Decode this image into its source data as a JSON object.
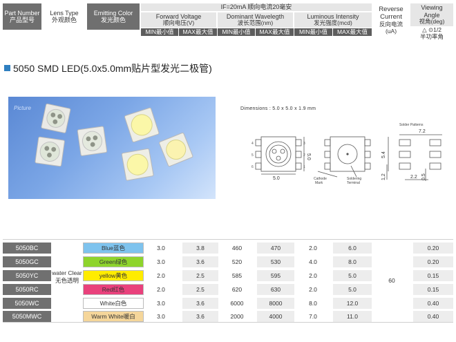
{
  "header": {
    "part_number": "Part Number",
    "part_number_cn": "产品型号",
    "lens_type": "Lens Type",
    "lens_type_cn": "外观颜色",
    "emitting_color": "Emitting Color",
    "emitting_color_cn": "发光颜色",
    "condition": "IF=20mA 顺向电流20毫安",
    "forward_voltage": "Forward Voltage",
    "forward_voltage_cn": "顺向电压(V)",
    "dominant_wavelength": "Dominant Wavelegth",
    "dominant_wavelength_cn": "波长范围(nm)",
    "luminous_intensity": "Luminous Intensity",
    "luminous_intensity_cn": "发光强度(mcd)",
    "reverse_current_1": "Reverse",
    "reverse_current_2": "Current",
    "reverse_current_cn": "反向电流",
    "reverse_current_unit": "(uA)",
    "viewing_angle_1": "Viewing",
    "viewing_angle_2": "Angle",
    "viewing_angle_cn": "视角(deg)",
    "viewing_angle_sym": "△ ⊙1/2",
    "viewing_angle_sym_cn": "半功率角",
    "min_label": "MIN最小值",
    "max_label": "MAX最大值"
  },
  "section": {
    "title": "5050 SMD LED(5.0x5.0mm贴片型发光二极管)"
  },
  "photo": {
    "label": "Picture"
  },
  "drawing": {
    "dimensions": "Dimensions : 5.0 x 5.0 x 1.9 mm",
    "dim_5_0_a": "5.0",
    "dim_5_0_b": "5.0",
    "cathode": "Cathode",
    "mark": "Mark",
    "soldering": "Soldering",
    "terminal": "Terminal",
    "solder_patterns": "Solder   Patterns",
    "dim_7_2": "7.2",
    "dim_5_4": "5.4",
    "dim_1_2": "1,2",
    "dim_2_2": "2.2",
    "dim_0_5": "0.5",
    "pins": [
      "4",
      "5",
      "6",
      "3",
      "2",
      "1"
    ]
  },
  "table": {
    "lens_type": "water Clear",
    "lens_type_cn": "无色透明",
    "reverse_current": "60",
    "rows": [
      {
        "part": "5050BC",
        "color": "Blue蓝色",
        "swatch": "#7ec3ee",
        "vf_min": "3.0",
        "vf_max": "3.8",
        "wl_min": "460",
        "wl_max": "470",
        "iv_min": "2.0",
        "iv_max": "6.0",
        "angle": "0.20"
      },
      {
        "part": "5050GC",
        "color": "Green绿色",
        "swatch": "#8ed42c",
        "vf_min": "3.0",
        "vf_max": "3.6",
        "wl_min": "520",
        "wl_max": "530",
        "iv_min": "4.0",
        "iv_max": "8.0",
        "angle": "0.20"
      },
      {
        "part": "5050YC",
        "color": "yellow黄色",
        "swatch": "#ffec00",
        "vf_min": "2.0",
        "vf_max": "2.5",
        "wl_min": "585",
        "wl_max": "595",
        "iv_min": "2.0",
        "iv_max": "5.0",
        "angle": "0.15"
      },
      {
        "part": "5050RC",
        "color": "Red红色",
        "swatch": "#e9417c",
        "vf_min": "2.0",
        "vf_max": "2.5",
        "wl_min": "620",
        "wl_max": "630",
        "iv_min": "2.0",
        "iv_max": "5.0",
        "angle": "0.15"
      },
      {
        "part": "5050WC",
        "color": "White白色",
        "swatch": "#ffffff",
        "vf_min": "3.0",
        "vf_max": "3.6",
        "wl_min": "6000",
        "wl_max": "8000",
        "iv_min": "8.0",
        "iv_max": "12.0",
        "angle": "0.40"
      },
      {
        "part": "5050MWC",
        "color": "Warm White暖白",
        "swatch": "#f5d69a",
        "vf_min": "3.0",
        "vf_max": "3.6",
        "wl_min": "2000",
        "wl_max": "4000",
        "iv_min": "7.0",
        "iv_max": "11.0",
        "angle": "0.40"
      }
    ]
  }
}
